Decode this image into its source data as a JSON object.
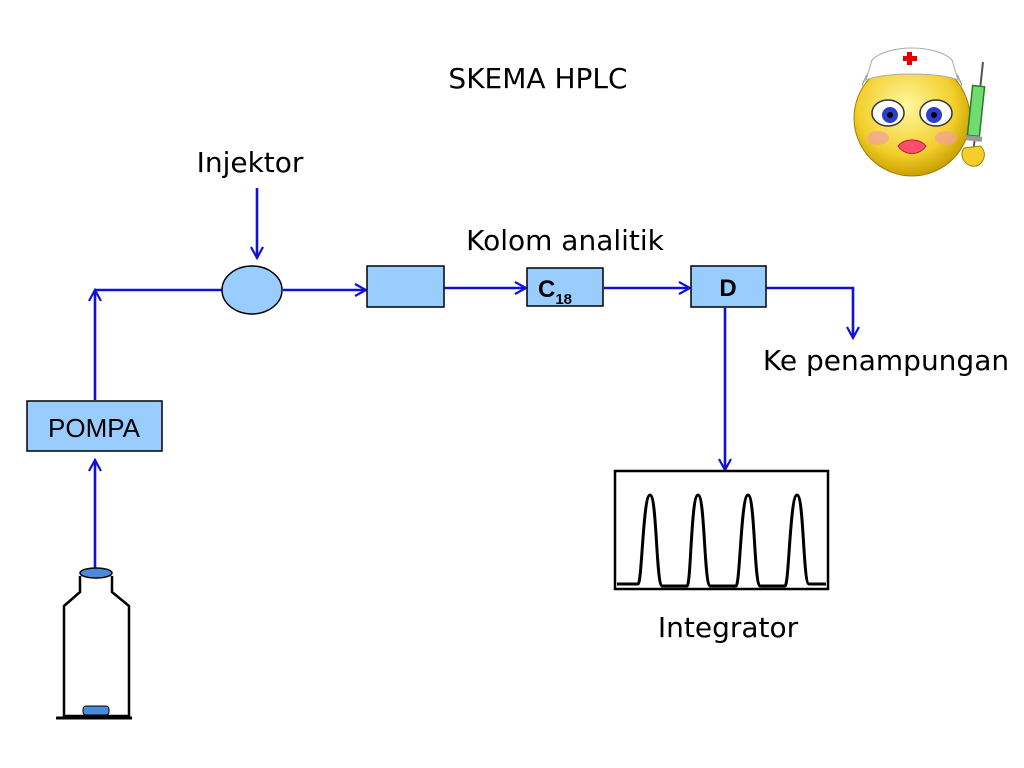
{
  "title": "SKEMA HPLC",
  "labels": {
    "injector": "Injektor",
    "column": "Kolom analitik",
    "waste": "Ke penampungan",
    "integrator": "Integrator"
  },
  "boxes": {
    "pump": "POMPA",
    "column_main": "C",
    "column_sub": "18",
    "detector": "D"
  },
  "colors": {
    "flow_line": "#1010d8",
    "box_fill": "#99ccff",
    "outline": "#000000"
  },
  "icons": [
    "solvent-bottle-icon",
    "nurse-emoji-icon"
  ]
}
